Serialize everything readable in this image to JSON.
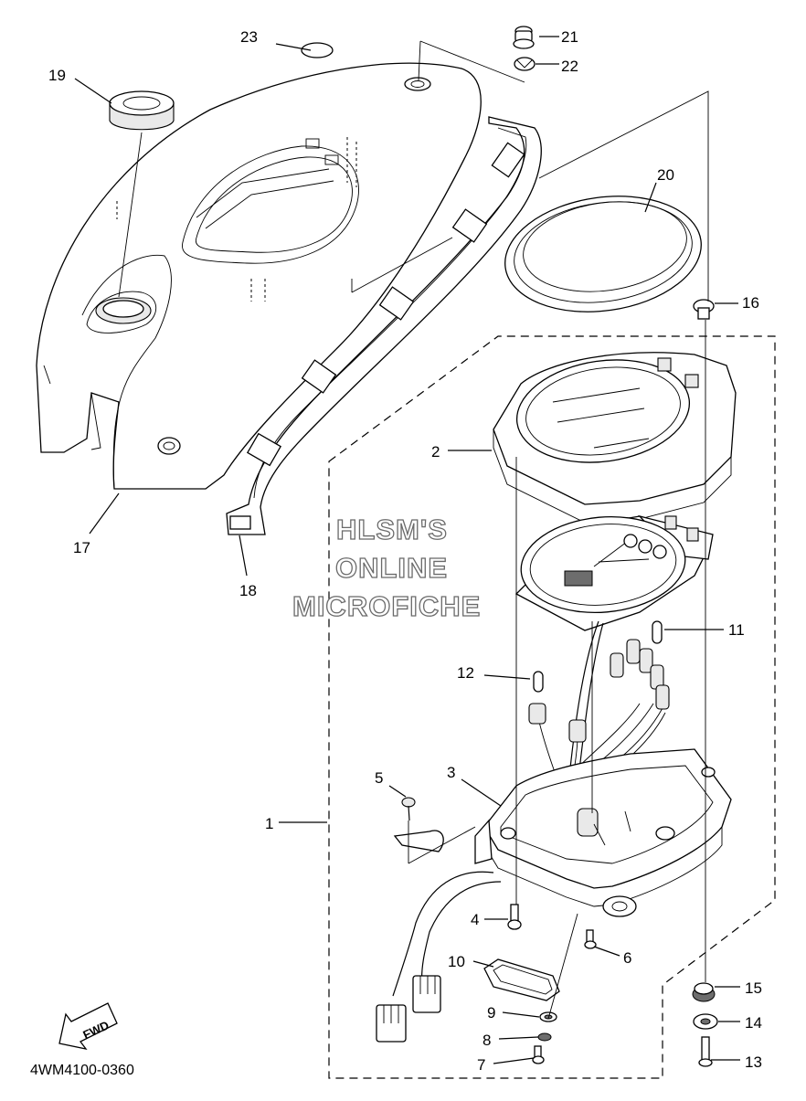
{
  "diagram_code": "4WM4100-0360",
  "watermark": [
    "HLSM'S",
    "ONLINE",
    "MICROFICHE"
  ],
  "fwd_label": "FWD",
  "callouts": [
    "1",
    "2",
    "3",
    "4",
    "5",
    "6",
    "7",
    "8",
    "9",
    "10",
    "11",
    "12",
    "13",
    "14",
    "15",
    "16",
    "17",
    "18",
    "19",
    "20",
    "21",
    "22",
    "23"
  ]
}
